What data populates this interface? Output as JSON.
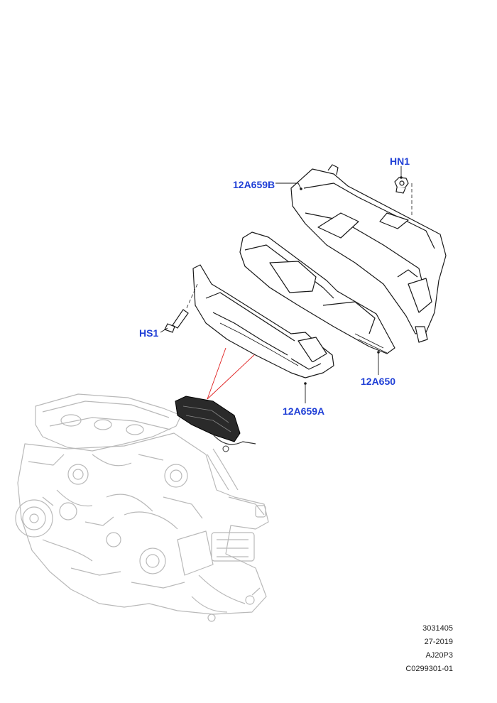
{
  "callouts": {
    "hn1": "HN1",
    "b": "12A659B",
    "hs1": "HS1",
    "a650": "12A650",
    "a": "12A659A"
  },
  "info_block": [
    "3031405",
    "27-2019",
    "AJ20P3",
    "C0299301-01"
  ],
  "colors": {
    "callout_text": "#1f3fd6",
    "engine_line": "#b9b9b9",
    "part_line": "#1a1a1a",
    "highlight_pointer": "#e02020"
  }
}
